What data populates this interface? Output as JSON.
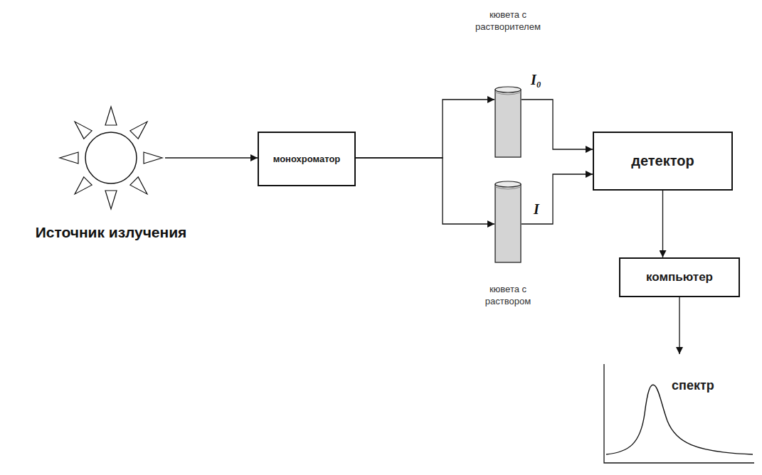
{
  "diagram": {
    "nodes": [
      {
        "text": [
          "Источник излучения"
        ]
      },
      {
        "text": [
          "монохроматор"
        ]
      },
      {
        "text": [
          "кювета с растворителем"
        ]
      },
      {
        "text": [
          "кювета с раствором"
        ]
      },
      {
        "text": [
          "детектор"
        ]
      },
      {
        "text": [
          "компьютер"
        ]
      },
      {
        "text": [
          "спектр"
        ]
      }
    ],
    "edges": [
      {
        "from": 0,
        "to": 1,
        "arrow": "to"
      },
      {
        "from": 1,
        "to": 2,
        "arrow": "to"
      },
      {
        "from": 1,
        "to": 3,
        "arrow": "to"
      },
      {
        "from": 2,
        "to": 4,
        "label": "I₀",
        "arrow": "to"
      },
      {
        "from": 3,
        "to": 4,
        "label": "I",
        "arrow": "to"
      },
      {
        "from": 4,
        "to": 5,
        "arrow": "to"
      },
      {
        "from": 5,
        "to": 6,
        "arrow": "to"
      }
    ]
  }
}
